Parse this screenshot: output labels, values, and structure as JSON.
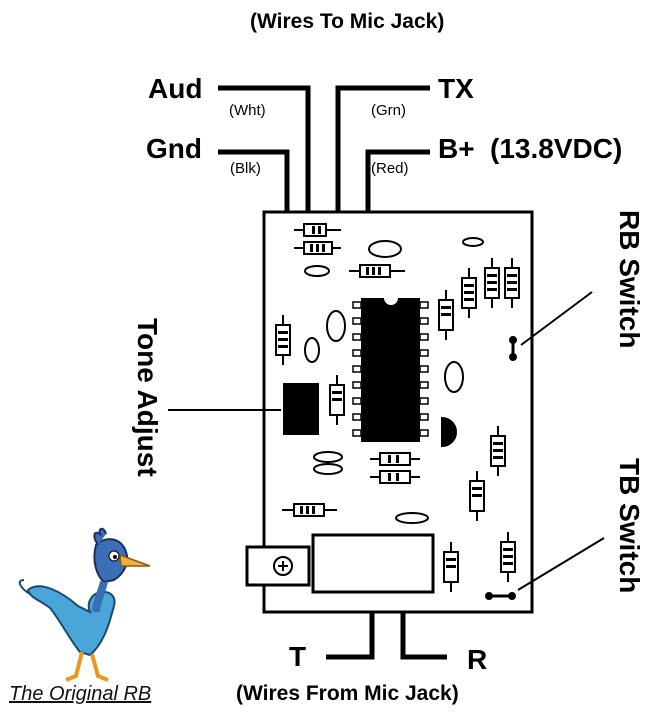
{
  "captions": {
    "top": "(Wires To Mic Jack)",
    "bottom": "(Wires From Mic Jack)"
  },
  "wires_top": {
    "aud": "Aud",
    "aud_color": "(Wht)",
    "gnd": "Gnd",
    "gnd_color": "(Blk)",
    "tx": "TX",
    "tx_color": "(Grn)",
    "bplus": "B+",
    "bplus_color": "(Red)",
    "voltage": "(13.8VDC)"
  },
  "wires_bottom": {
    "t": "T",
    "r": "R"
  },
  "side_labels": {
    "tone_adjust": "Tone Adjust",
    "rb_switch": "RB Switch",
    "tb_switch": "TB Switch"
  },
  "credit": "The Original RB"
}
